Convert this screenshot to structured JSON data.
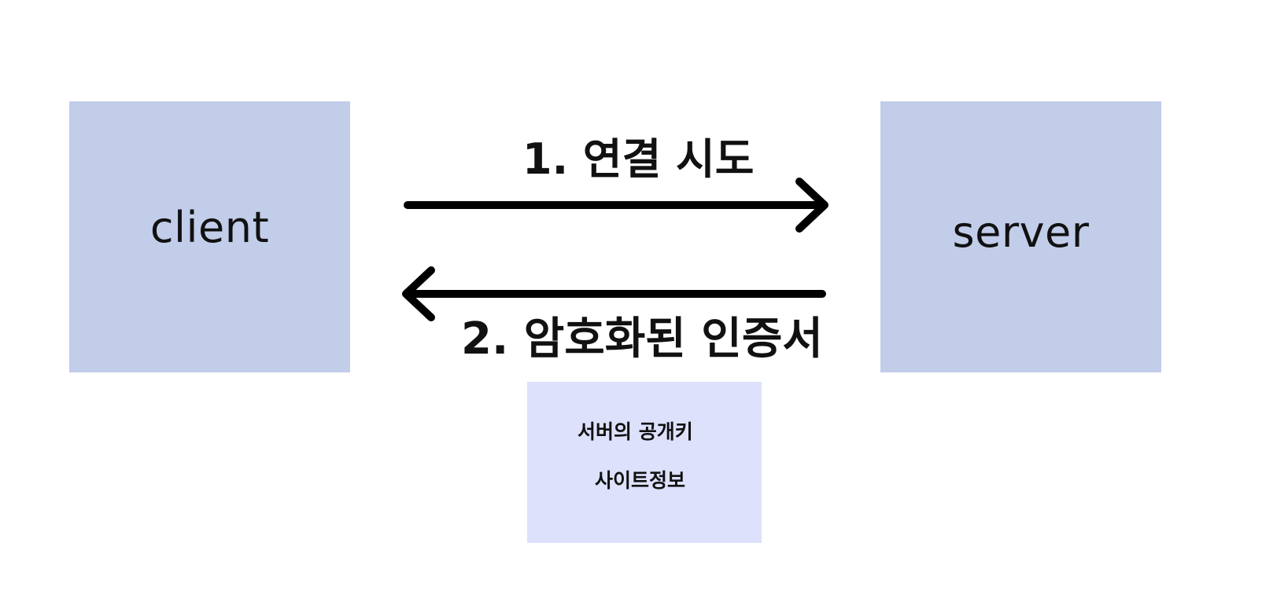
{
  "diagram": {
    "nodes": {
      "client": {
        "label": "client"
      },
      "server": {
        "label": "server"
      }
    },
    "arrows": {
      "request": {
        "label": "1. 연결 시도",
        "from": "client",
        "to": "server"
      },
      "response": {
        "label": "2. 암호화된 인증서",
        "from": "server",
        "to": "client"
      }
    },
    "certificate": {
      "items": [
        "서버의 공개키",
        "사이트정보"
      ]
    }
  },
  "colors": {
    "node_fill": "#c1cde9",
    "certificate_fill": "#dde1fb",
    "arrow_stroke": "#000000",
    "text": "#111111"
  }
}
